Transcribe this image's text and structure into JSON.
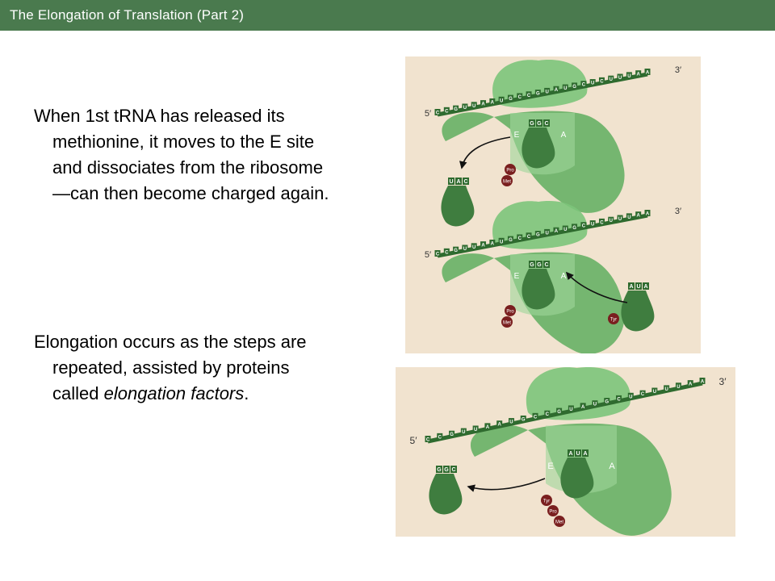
{
  "header": {
    "title": "The Elongation of Translation (Part 2)"
  },
  "paragraph1": {
    "text": "When 1st tRNA has released its methionine, it moves to the E site and dissociates from the ribosome—can then become charged again."
  },
  "paragraph2": {
    "text_before": "Elongation occurs as the steps are repeated, assisted by proteins called ",
    "italic": "elongation factors",
    "text_after": "."
  },
  "figure": {
    "five_prime": "5′",
    "three_prime": "3′",
    "panel_a": {
      "mrna": "CCGUUAAUGCCGUAUGCUCUUUAA",
      "anticodon_p": "GGC",
      "released_trna_anticodon": "UAC",
      "sites": [
        "E",
        "A"
      ],
      "chain": [
        "Pro",
        "Met"
      ]
    },
    "panel_b": {
      "mrna": "CCGUUAAUGCCGUAUGCUCUUUAA",
      "anticodon_p": "GGC",
      "incoming_trna_anticodon": "AUA",
      "incoming_amino_acid": "Tyr",
      "sites": [
        "E",
        "A"
      ],
      "chain": [
        "Pro",
        "Met"
      ]
    },
    "panel_c": {
      "mrna": "CCGUUAAUGCCGUAUGCUCUUUAA",
      "anticodon_p": "AUA",
      "released_trna_anticodon": "GGC",
      "sites": [
        "E",
        "A"
      ],
      "chain": [
        "Tyr",
        "Pro",
        "Met"
      ]
    }
  },
  "colors": {
    "title_bar": "#4a7a4e",
    "figure_bg": "#f1e3cf",
    "ribosome": "#5fae5f",
    "mrna": "#2f6b2f",
    "amino_acid": "#7a1f1f"
  }
}
